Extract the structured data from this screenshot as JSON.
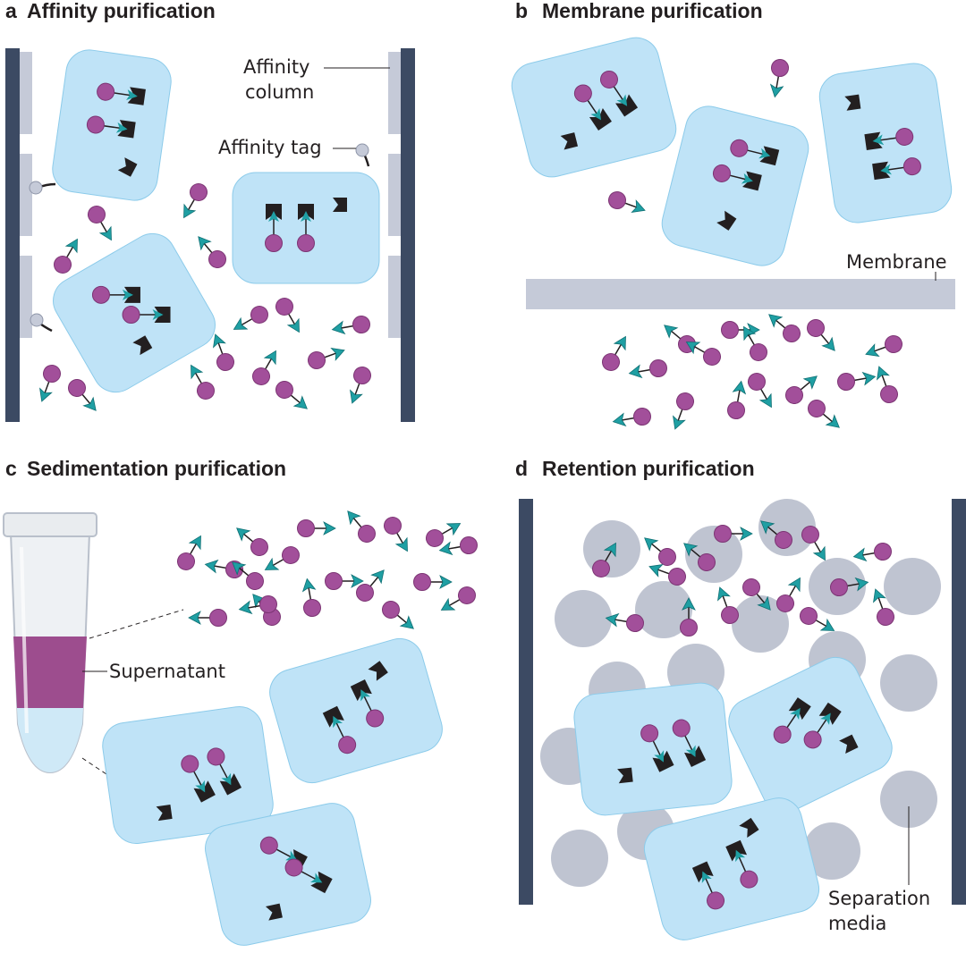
{
  "panels": {
    "a": {
      "letter": "a",
      "title": "Affinity purification"
    },
    "b": {
      "letter": "b",
      "title": "Membrane purification"
    },
    "c": {
      "letter": "c",
      "title": "Sedimentation purification"
    },
    "d": {
      "letter": "d",
      "title": "Retention purification"
    }
  },
  "labels": {
    "affinity_column_1": "Affinity",
    "affinity_column_2": "column",
    "affinity_tag": "Affinity tag",
    "membrane": "Membrane",
    "supernatant": "Supernatant",
    "separation_media_1": "Separation",
    "separation_media_2": "media"
  },
  "colors": {
    "compartment": "#bfe3f7",
    "compartment_stroke": "#8ccbea",
    "ligand": "#a24f9a",
    "tag": "#1f9fa3",
    "binder": "#231f20",
    "column_wall": "#3c4a63",
    "column_resin": "#c5cad8",
    "membrane": "#c5cad8",
    "separation_bead": "#bfc4d1",
    "supernatant": "#9d4d8e",
    "tube_liquid": "#cfe9f7"
  }
}
